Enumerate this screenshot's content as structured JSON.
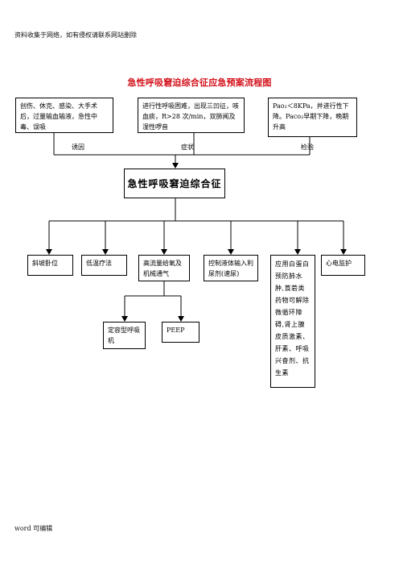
{
  "header_note": "资料收集于网络，如有侵权请联系网站删除",
  "title": "急性呼吸窘迫综合征应急预案流程图",
  "top_boxes": {
    "cause": "创伤、休克、感染、大手术后，过量输血输液，急性中毒、误吸",
    "symptom": "进行性呼吸困难，出现三凹征，咳血痰，R>28 次/min，双肺闻及湿性啰音",
    "test": "Pao₂＜8KPa，并进行性下降。Paco₂早期下降，晚期升高"
  },
  "labels": {
    "cause": "诱因",
    "symptom": "症状",
    "test": "检验"
  },
  "center": "急性呼吸窘迫综合征",
  "measures": [
    "斜坡卧位",
    "低温疗法",
    "高流量给氧及机械通气",
    "控制液体输入利尿剂(速尿)",
    "应用白蛋白预防肺水肿,莨菪类药物可解除微循环障碍,肾上腺皮质激素、肝素、呼吸兴奋剂、抗生素",
    "心电监护"
  ],
  "sub_measures": [
    "定容型呼吸机",
    "PEEP"
  ],
  "footer_note": "word 可编辑"
}
